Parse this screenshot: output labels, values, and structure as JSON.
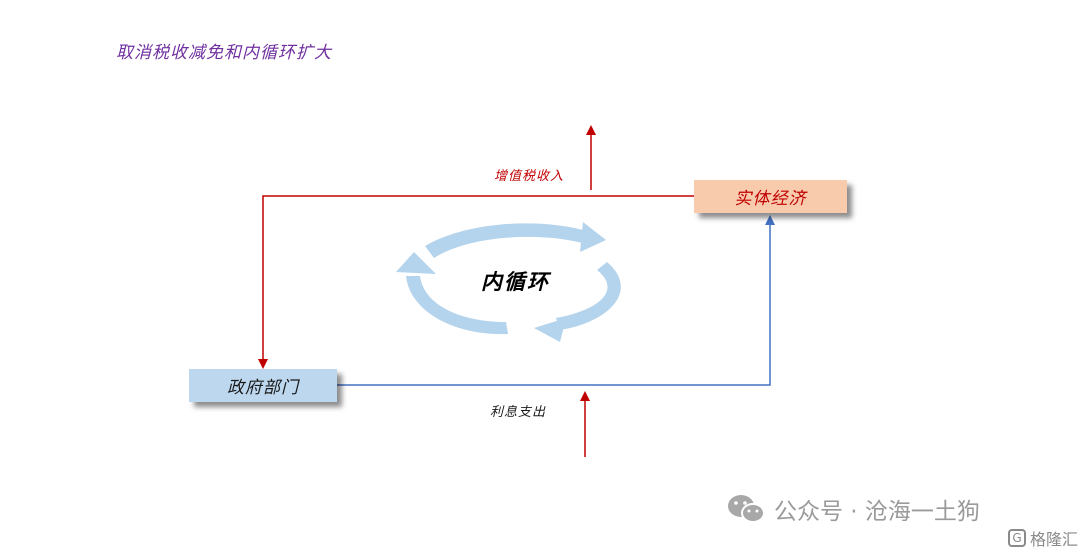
{
  "title": "取消税收减免和内循环扩大",
  "nodes": {
    "economy": "实体经济",
    "government": "政府部门"
  },
  "edges": {
    "tax_income": "增值税收入",
    "interest_expense": "利息支出"
  },
  "cycle_label": "内循环",
  "watermark": {
    "text": "公众号 · 沧海一土狗",
    "icon": "wechat-icon"
  },
  "brand": {
    "logo": "G",
    "text": "格隆汇"
  },
  "colors": {
    "title": "#7030a0",
    "red_flow": "#c00000",
    "blue_flow": "#4472c4",
    "economy_box": "#f8cbad",
    "government_box": "#bdd7ee",
    "cycle_arrows": "#b4d3ec"
  }
}
